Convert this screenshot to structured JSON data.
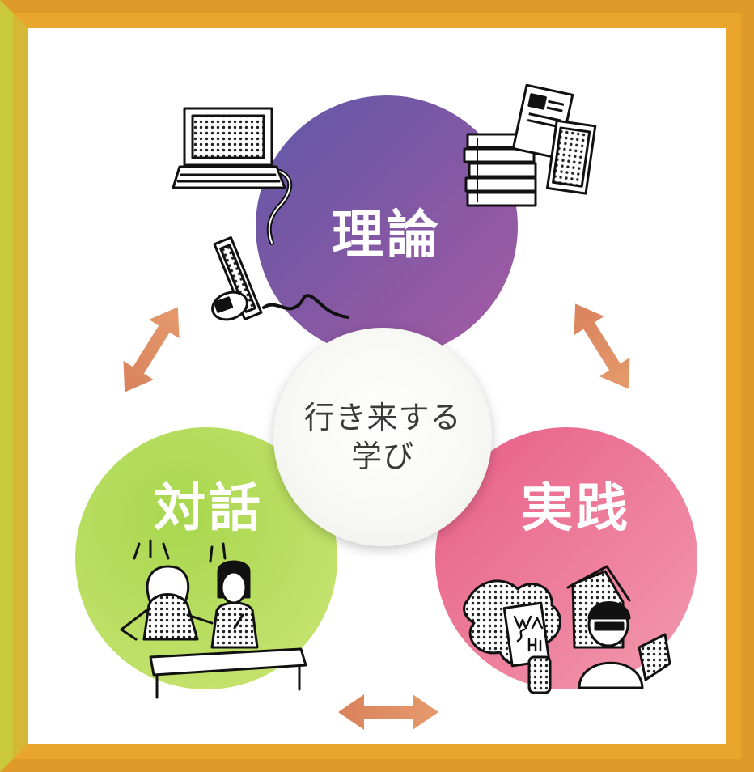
{
  "nodes": {
    "theory": {
      "label": "理論",
      "color_start": "#6a58a8",
      "color_end": "#a45ea5"
    },
    "practice": {
      "label": "実践",
      "color_start": "#e8638a",
      "color_end": "#f08aa2"
    },
    "dialogue": {
      "label": "対話",
      "color_start": "#9fd14a",
      "color_end": "#c5e36e"
    }
  },
  "center": {
    "line1": "行き来する",
    "line2": "学び"
  },
  "colors": {
    "frame_gold": "#e9a52c",
    "arrow": "#de8a62"
  },
  "illustrations": {
    "theory_left": "laptop-pen-mouse-icon",
    "theory_right": "books-papers-icon",
    "dialogue": "two-people-talking-icon",
    "practice": "craft-workshop-icon"
  }
}
